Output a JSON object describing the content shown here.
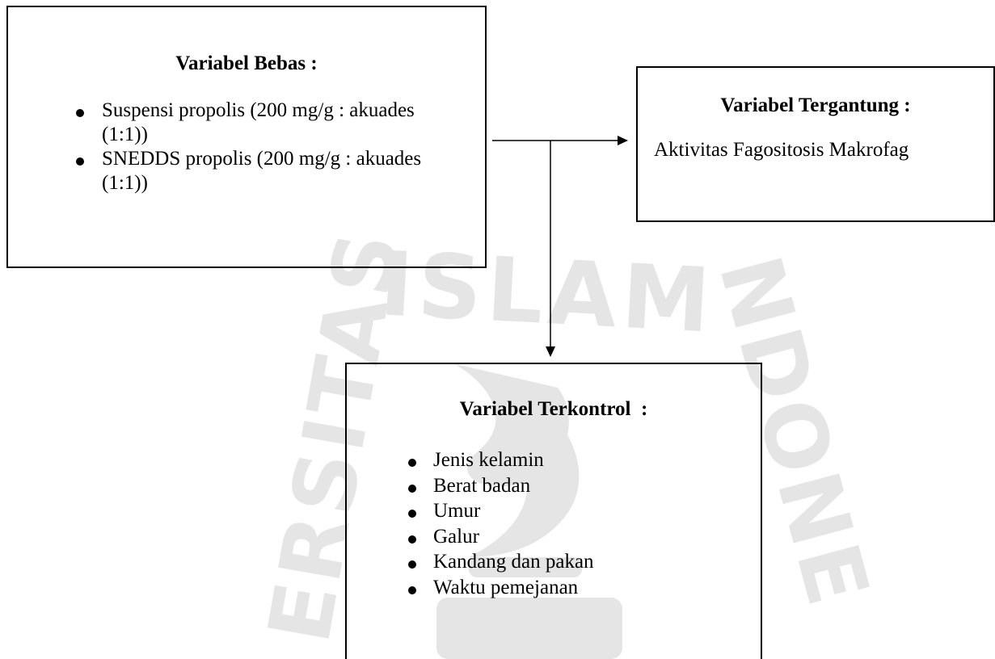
{
  "box_bebas": {
    "title": "Variabel Bebas :",
    "items": [
      "Suspensi propolis (200 mg/g : akuades (1:1))",
      "SNEDDS  propolis (200 mg/g : akuades (1:1))"
    ]
  },
  "box_tergantung": {
    "title": "Variabel Tergantung :",
    "text": "Aktivitas Fagositosis Makrofag"
  },
  "box_terkontrol": {
    "title": "Variabel Terkontrol  :",
    "items": [
      "Jenis kelamin",
      "Berat badan",
      "Umur",
      "Galur",
      "Kandang dan pakan",
      "Waktu pemejanan"
    ]
  },
  "watermark": {
    "text_top": "ISLAM",
    "text_left": "UNIVERSITAS",
    "text_right": "INDONESIA",
    "color": "#d9d9d9"
  }
}
